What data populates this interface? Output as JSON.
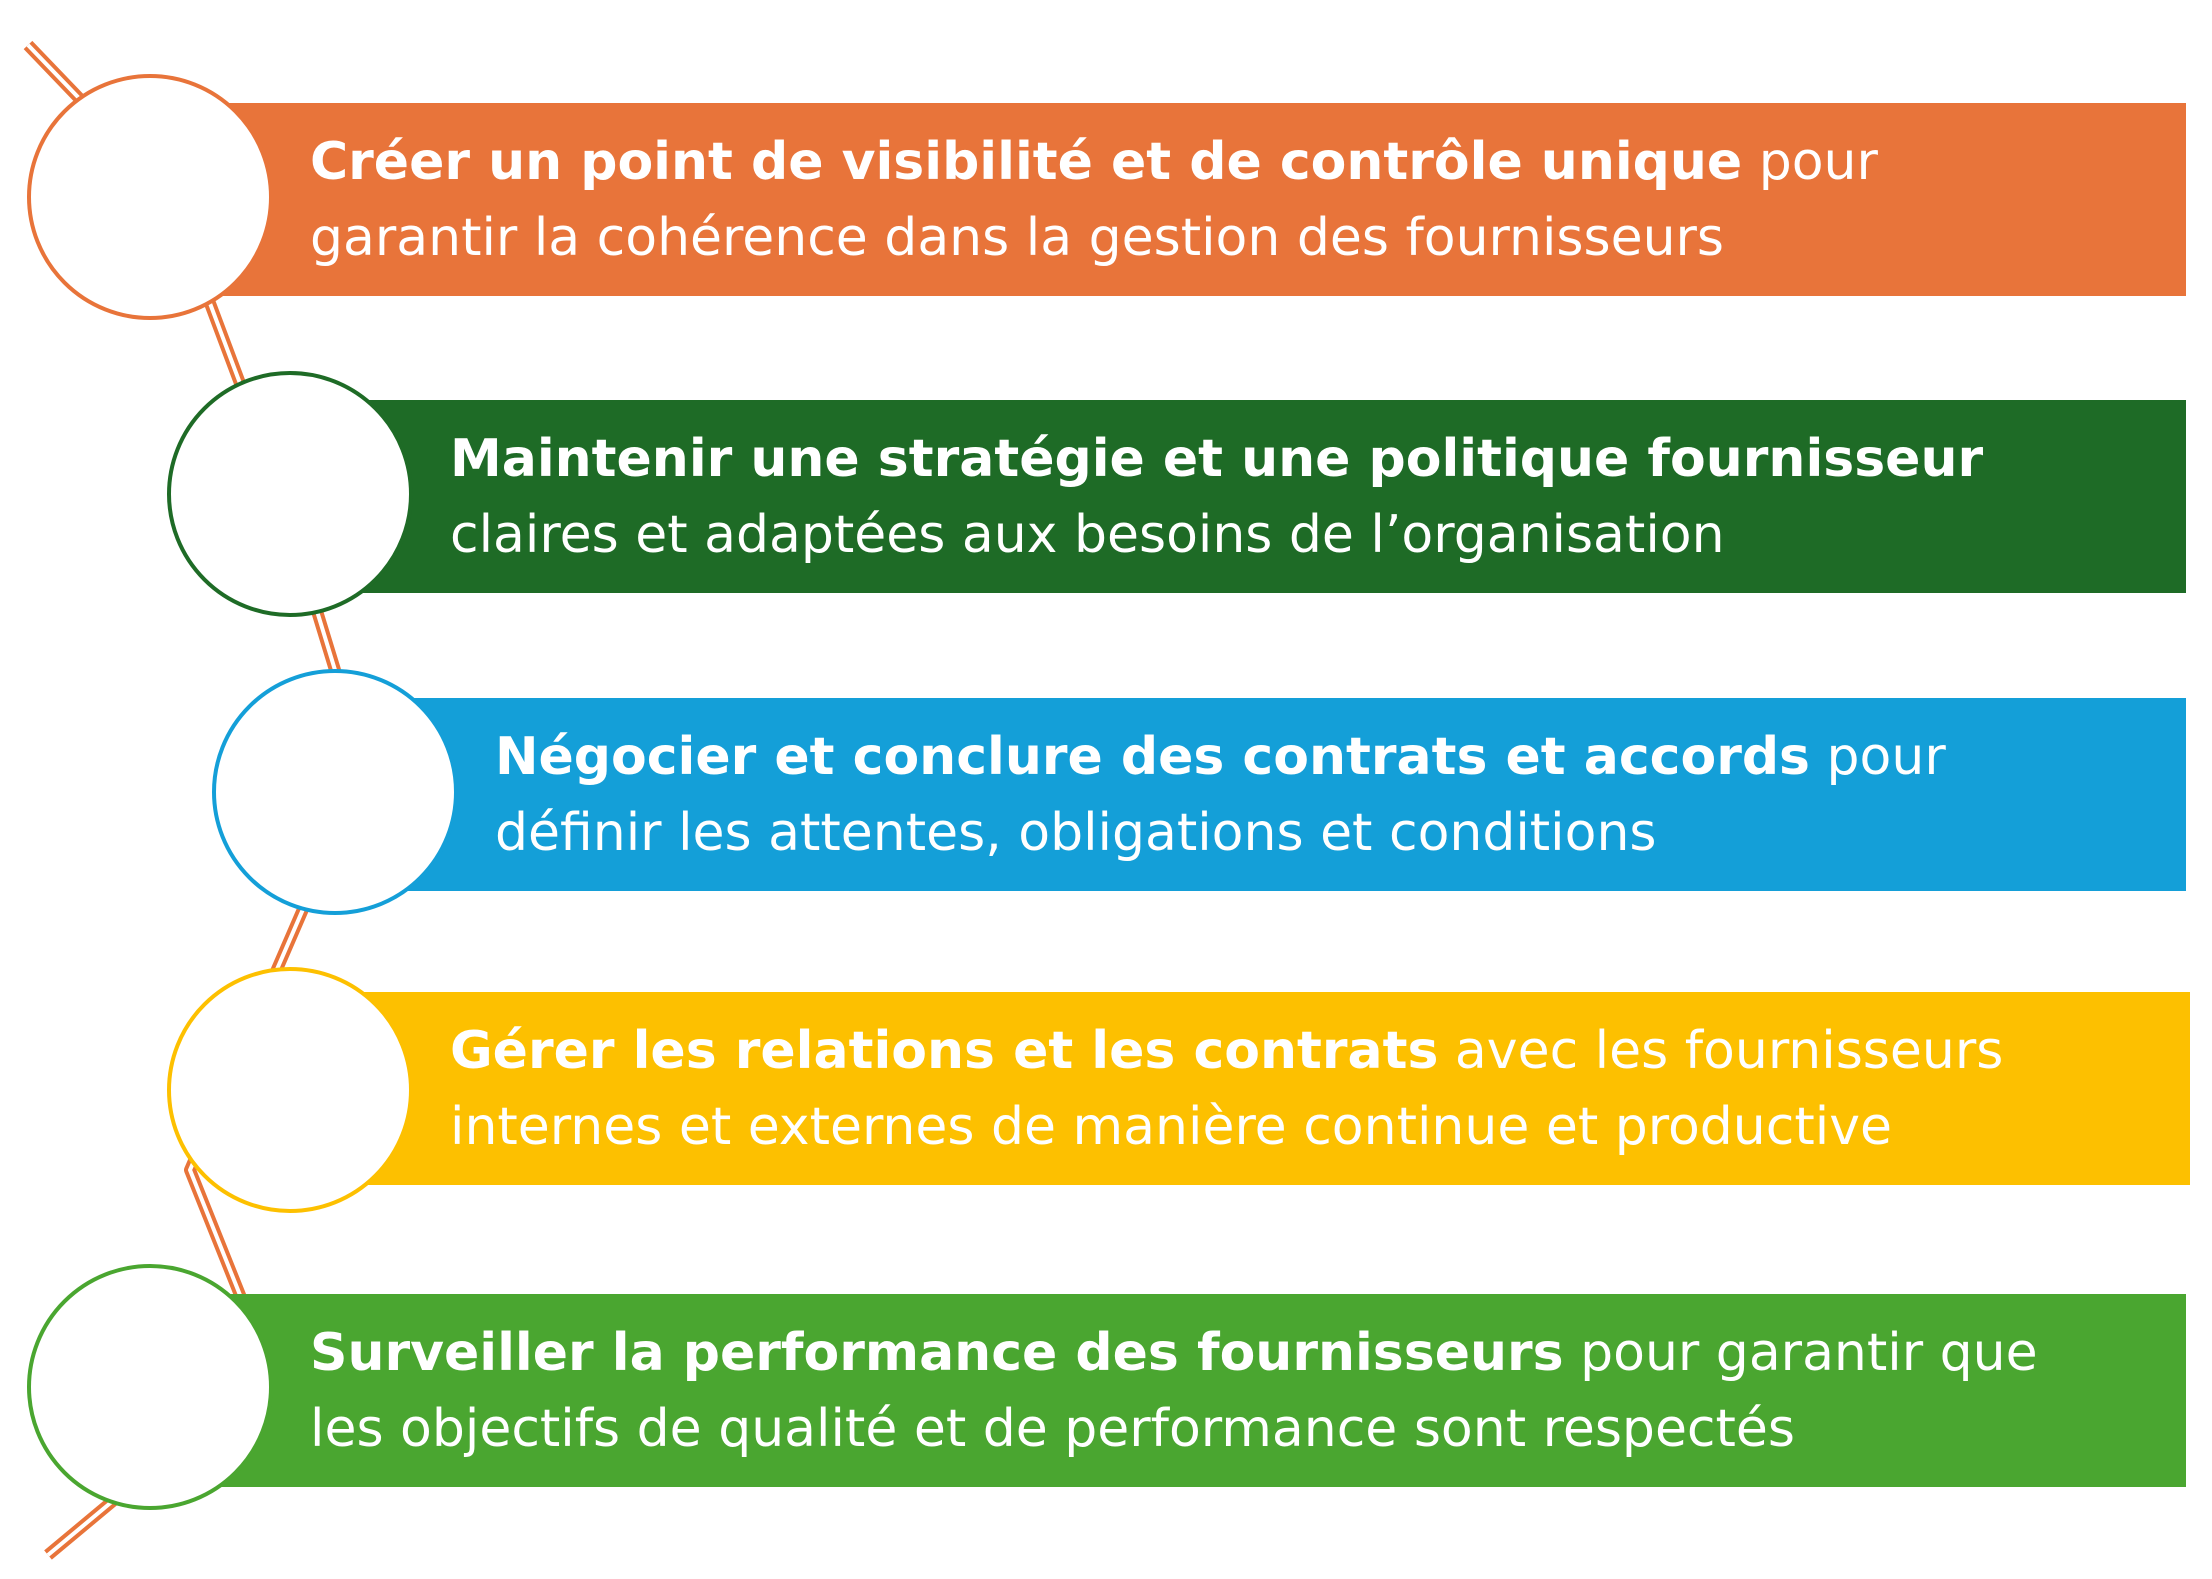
{
  "chain_color": "#E8743A",
  "steps": [
    {
      "bold": "Créer un point de visibilité et de contrôle unique",
      "line1_rest": " pour",
      "line2": "garantir la cohérence dans la gestion des fournisseurs",
      "color": "#E8743A"
    },
    {
      "bold": "Maintenir une stratégie et une politique fournisseur",
      "line1_rest": "",
      "line2": "claires et adaptées aux besoins de l’organisation",
      "color": "#1E6B26"
    },
    {
      "bold": "Négocier et conclure des contrats et accords",
      "line1_rest": " pour",
      "line2": "définir les attentes, obligations et conditions",
      "color": "#149FD8"
    },
    {
      "bold": "Gérer les relations et les contrats",
      "line1_rest": " avec les fournisseurs",
      "line2": "internes et externes de manière continue et productive",
      "color": "#FDC000"
    },
    {
      "bold": "Surveiller la performance des fournisseurs",
      "line1_rest": " pour garantir que",
      "line2": "les objectifs de qualité et de performance sont respectés",
      "color": "#4AA630"
    }
  ]
}
